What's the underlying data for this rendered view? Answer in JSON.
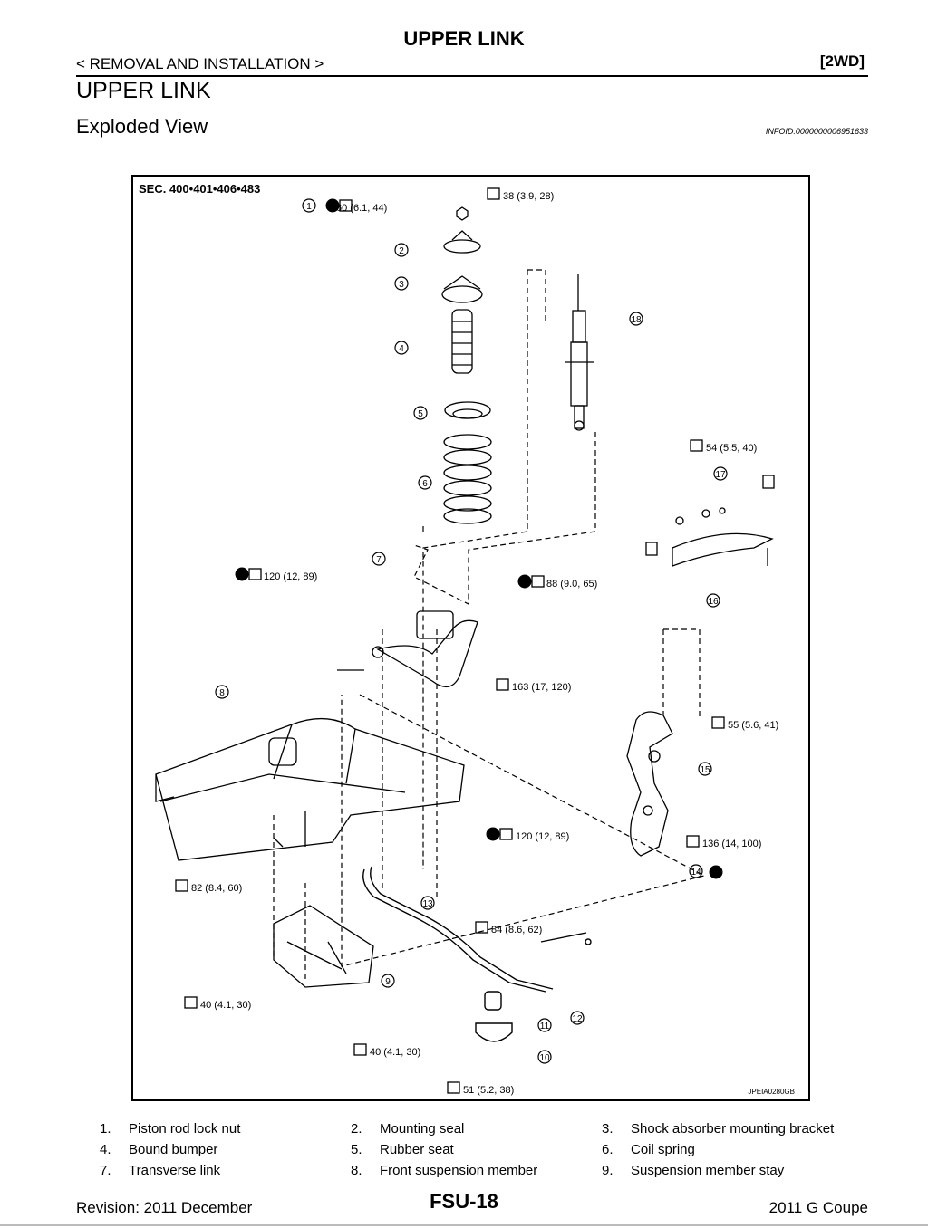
{
  "header": {
    "title": "UPPER LINK",
    "breadcrumb": "< REMOVAL AND INSTALLATION >",
    "variant": "[2WD]",
    "section_title": "UPPER LINK",
    "sub_title": "Exploded View",
    "info_id": "INFOID:0000000006951633"
  },
  "figure": {
    "section_code": "SEC. 400•401•406•483",
    "image_code": "JPEIA0280GB",
    "callouts": [
      {
        "num": "1",
        "text": "60 (6.1, 44)",
        "x_mark": true
      },
      {
        "num": "",
        "text": "38 (3.9, 28)"
      },
      {
        "num": "",
        "text": "54 (5.5, 40)"
      },
      {
        "num": "",
        "text": "120 (12, 89)",
        "x_mark": true
      },
      {
        "num": "",
        "text": "88 (9.0, 65)",
        "x_mark": true
      },
      {
        "num": "",
        "text": "163 (17, 120)"
      },
      {
        "num": "",
        "text": "55 (5.6, 41)"
      },
      {
        "num": "",
        "text": "120 (12, 89)",
        "x_mark": true
      },
      {
        "num": "",
        "text": "136 (14, 100)"
      },
      {
        "num": "",
        "text": "82 (8.4, 60)"
      },
      {
        "num": "",
        "text": "84 (8.6, 62)"
      },
      {
        "num": "",
        "text": "40 (4.1, 30)"
      },
      {
        "num": "",
        "text": "40 (4.1, 30)"
      },
      {
        "num": "",
        "text": "51 (5.2, 38)"
      }
    ],
    "part_numbers": [
      "2",
      "3",
      "4",
      "5",
      "6",
      "7",
      "8",
      "9",
      "10",
      "11",
      "12",
      "13",
      "14",
      "15",
      "16",
      "17",
      "18"
    ]
  },
  "legend": [
    {
      "num": "1.",
      "text": "Piston rod lock nut"
    },
    {
      "num": "2.",
      "text": "Mounting seal"
    },
    {
      "num": "3.",
      "text": "Shock absorber mounting bracket"
    },
    {
      "num": "4.",
      "text": "Bound bumper"
    },
    {
      "num": "5.",
      "text": "Rubber seat"
    },
    {
      "num": "6.",
      "text": "Coil spring"
    },
    {
      "num": "7.",
      "text": " Transverse link"
    },
    {
      "num": "8.",
      "text": "Front suspension member"
    },
    {
      "num": "9.",
      "text": "Suspension member stay"
    }
  ],
  "footer": {
    "revision": "Revision: 2011 December",
    "page": "FSU-18",
    "model": "2011 G Coupe"
  }
}
